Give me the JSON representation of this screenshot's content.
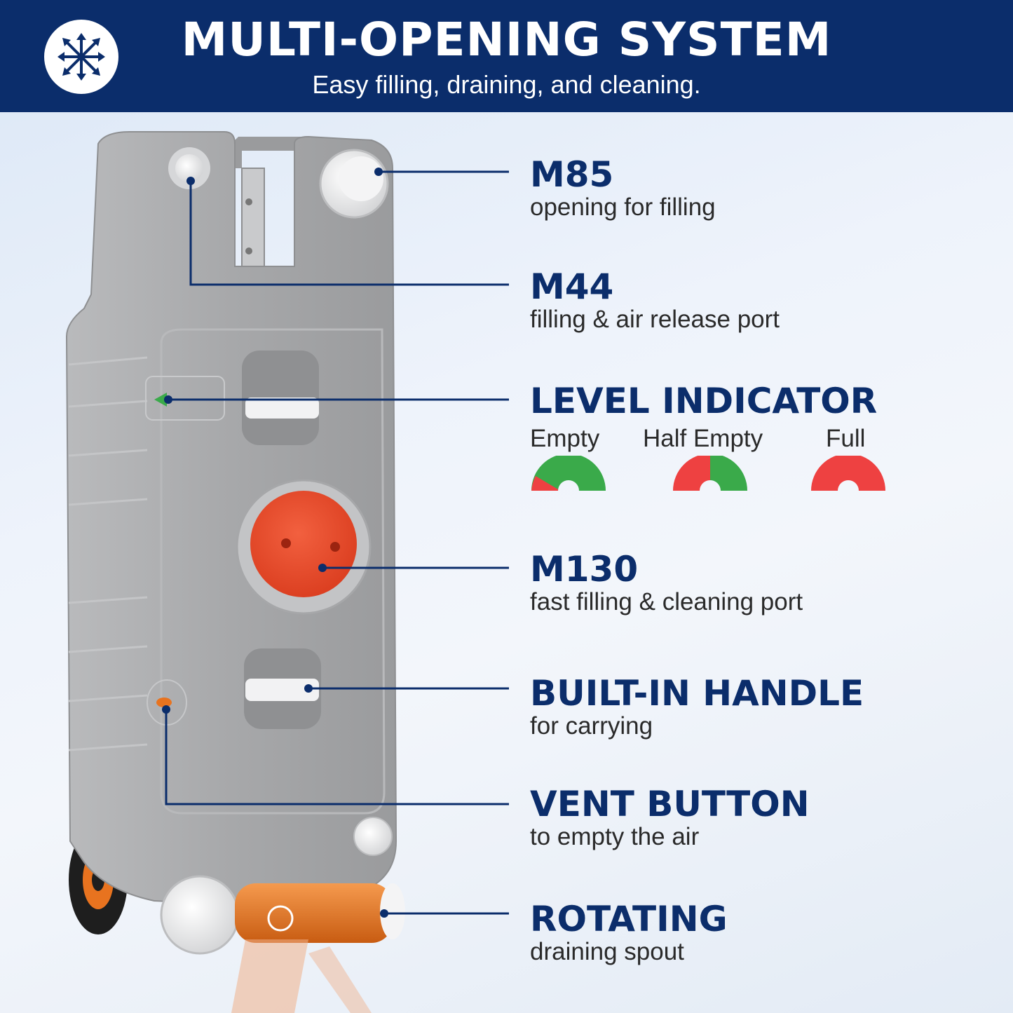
{
  "header": {
    "title": "MULTI-OPENING SYSTEM",
    "subtitle": "Easy filling, draining, and cleaning.",
    "icon": "multi-direction-arrows-icon"
  },
  "features": [
    {
      "id": "m85",
      "title": "M85",
      "desc": "opening for filling"
    },
    {
      "id": "m44",
      "title": "M44",
      "desc": "filling & air release port"
    },
    {
      "id": "level",
      "title": "LEVEL INDICATOR",
      "desc": ""
    },
    {
      "id": "m130",
      "title": "M130",
      "desc": "fast filling & cleaning port"
    },
    {
      "id": "handle",
      "title": "BUILT-IN HANDLE",
      "desc": "for carrying"
    },
    {
      "id": "vent",
      "title": "VENT BUTTON",
      "desc": "to empty the air"
    },
    {
      "id": "spout",
      "title": "ROTATING",
      "desc": "draining spout"
    }
  ],
  "level_states": [
    {
      "label": "Empty",
      "green_fraction": 0.85
    },
    {
      "label": "Half Empty",
      "green_fraction": 0.5
    },
    {
      "label": "Full",
      "green_fraction": 0
    }
  ],
  "colors": {
    "navy": "#0b2d6b",
    "tank_gray": "#a9a9ab",
    "cap_red": "#ee4b2b",
    "spout_orange": "#e8731f",
    "gauge_green": "#3aaa4a",
    "gauge_red": "#ee4141"
  }
}
